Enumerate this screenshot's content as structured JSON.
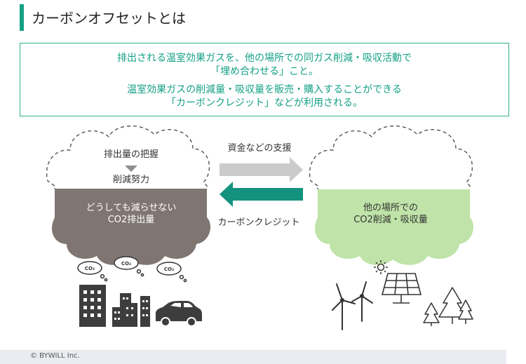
{
  "header": {
    "title": "カーボンオフセットとは"
  },
  "summary": {
    "lines": [
      "排出される温室効果ガスを、他の場所での同ガス削減・吸収活動で",
      "「埋め合わせる」こと。",
      "温室効果ガスの削減量・吸収量を販売・購入することができる",
      "「カーボンクレジット」などが利用される。"
    ]
  },
  "diagram": {
    "left_cloud": {
      "top_label": "排出量の把握",
      "mid_label": "削減努力",
      "bottom_lines": [
        "どうしても減らせない",
        "CO2排出量"
      ]
    },
    "right_cloud": {
      "lines": [
        "他の場所での",
        "CO2削減・吸収量"
      ]
    },
    "arrow_support_label": "資金などの支援",
    "arrow_credit_label": "カーボンクレジット",
    "co2_badge": "CO₂",
    "colors": {
      "accent": "#13a085",
      "gray_fill": "#7f7571",
      "green_fill": "#bfe3a8",
      "light_arrow": "#cbcbcb",
      "icon": "#3d3d3d"
    }
  },
  "footer": {
    "copyright": "© BYWILL Inc."
  }
}
